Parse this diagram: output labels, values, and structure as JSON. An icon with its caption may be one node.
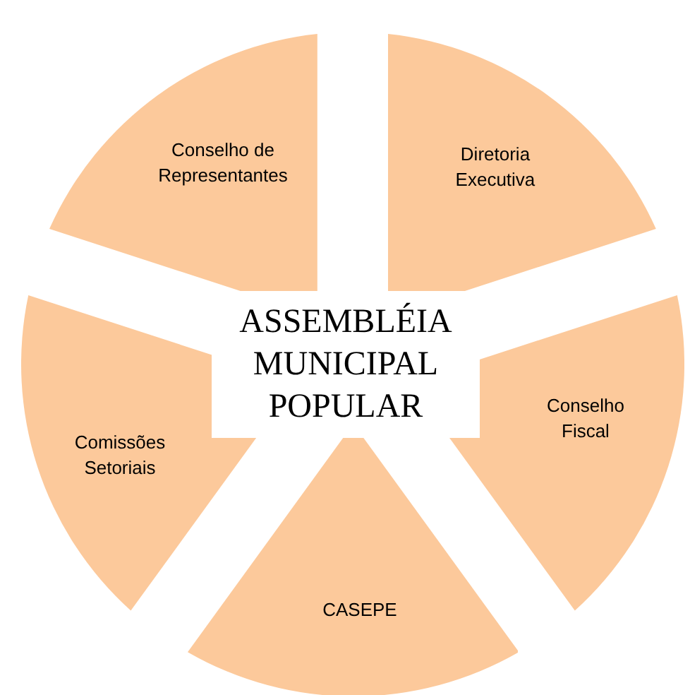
{
  "diagram": {
    "nodes": [
      {
        "text": [
          "ASSEMBLÉIA MUNICIPAL POPULAR"
        ]
      },
      {
        "text": [
          "Conselho de Representantes"
        ]
      },
      {
        "text": [
          "Diretoria Executiva"
        ]
      },
      {
        "text": [
          "Comissões Setoriais"
        ]
      },
      {
        "text": [
          "Conselho Fiscal"
        ]
      },
      {
        "text": [
          "CASEPE"
        ]
      }
    ]
  }
}
